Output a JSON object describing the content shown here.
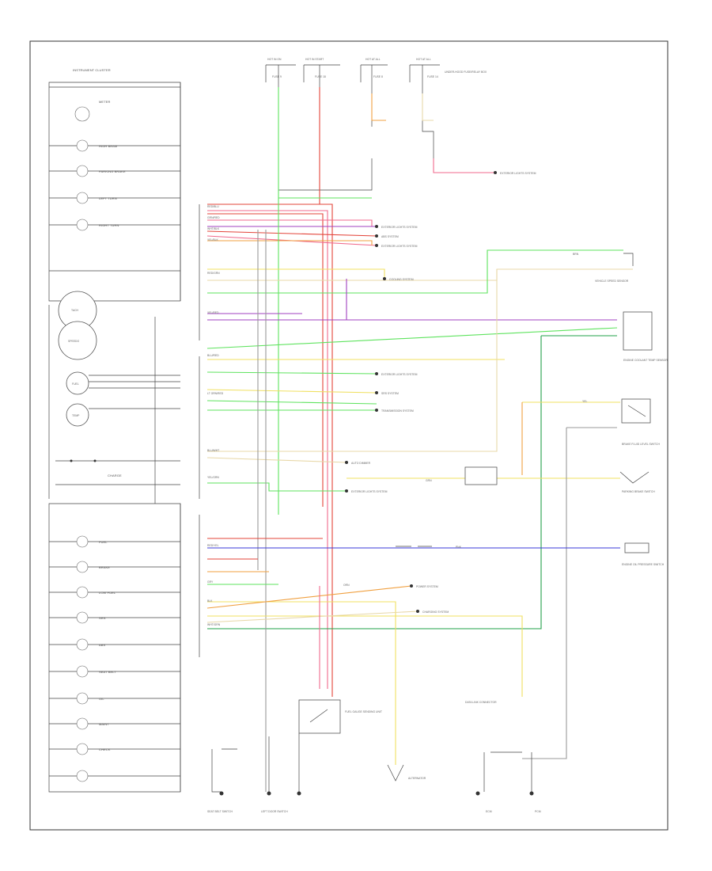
{
  "diagram": {
    "title": "INSTRUMENT CLUSTER",
    "footer_code": "",
    "colors": {
      "red": "#e3443a",
      "pink": "#f06a8c",
      "green": "#5ee35e",
      "dkgreen": "#22a04a",
      "violet": "#a040c0",
      "blue": "#3a3ad8",
      "yellow": "#f0e060",
      "orange": "#f0a040",
      "tan": "#e8d8a8",
      "gray": "#999999",
      "black": "#222222"
    },
    "top_fuses": [
      {
        "header": "HOT IN ON",
        "fuse": "FUSE 9"
      },
      {
        "header": "HOT IN START",
        "fuse": "FUSE 18"
      },
      {
        "header": "HOT AT ALL",
        "fuse": "FUSE 8"
      },
      {
        "header": "HOT AT ALL",
        "fuse": "FUSE 14"
      }
    ],
    "top_right_note": "UNDER-HOOD FUSE/RELAY BOX",
    "cluster_items": [
      "METER",
      "HIGH BEAM",
      "PARKING BRAKE",
      "LEFT TURN",
      "RIGHT TURN",
      "CHARGE",
      "FUEL",
      "BRAKE",
      "LOW FUEL",
      "SRS",
      "ABS",
      "SEAT BELT",
      "OIL",
      "MAINT",
      "CHECK"
    ],
    "gauges": [
      "TACH",
      "SPEEDO",
      "FUEL",
      "TEMP"
    ],
    "system_refs": [
      "EXTERIOR LIGHTS SYSTEM",
      "ABS SYSTEM",
      "EXTERIOR LIGHTS SYSTEM",
      "COOLING SYSTEM",
      "EXTERIOR LIGHTS SYSTEM",
      "SRS SYSTEM",
      "TRANSMISSION SYSTEM",
      "AUTO DIMMER",
      "EXTERIOR LIGHTS SYSTEM",
      "POWER SYSTEM",
      "CHARGING SYSTEM"
    ],
    "right_components": [
      "VEHICLE SPEED SENSOR",
      "ENGINE COOLANT TEMP SENSOR",
      "BRAKE FLUID LEVEL SWITCH",
      "PARKING BRAKE SWITCH",
      "ENGINE OIL PRESSURE SWITCH"
    ],
    "bottom_components": [
      "SEAT BELT SWITCH",
      "LEFT DOOR SWITCH",
      "FUEL GAUGE SENDING UNIT",
      "ALTERNATOR",
      "DATA LINK CONNECTOR",
      "ECM",
      "PCM"
    ],
    "wire_labels": [
      "RED/BLU",
      "GRN/RED",
      "WHT/BLK",
      "YEL/BLK",
      "RED/GRN",
      "YEL/RED",
      "BLU/RED",
      "LT GRN/RED",
      "BLU/WHT",
      "YEL/GRN",
      "RED/YEL",
      "GRY",
      "BLK",
      "WHT/GRN",
      "BRN",
      "YEL",
      "GRN",
      "ORN",
      "PNK"
    ]
  }
}
